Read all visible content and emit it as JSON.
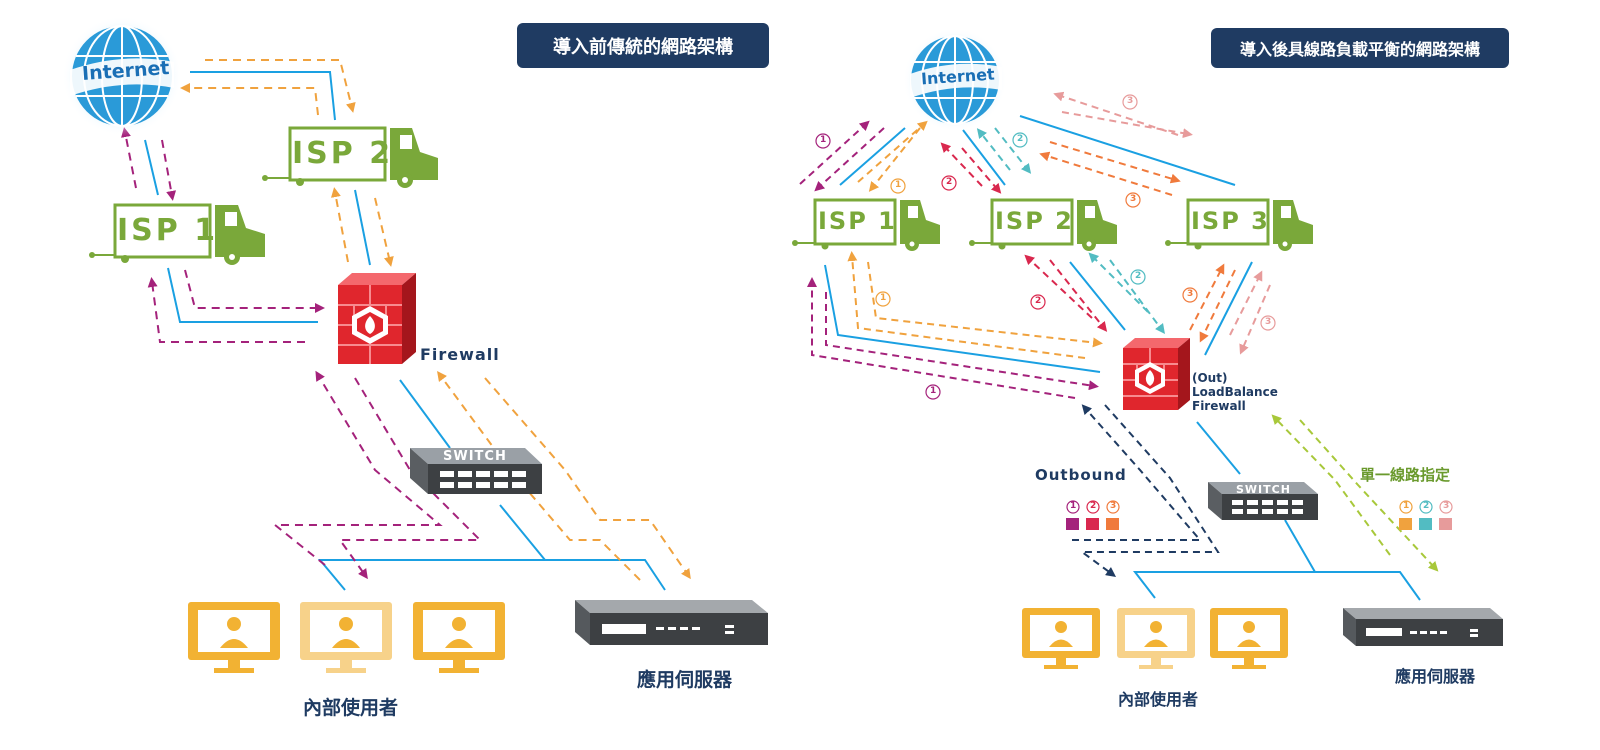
{
  "left": {
    "title": "導入前傳統的網路架構",
    "internet": "Internet",
    "isp1": "ISP 1",
    "isp2": "ISP 2",
    "firewall": "Firewall",
    "switch": "SWITCH",
    "users": "內部使用者",
    "server": "應用伺服器"
  },
  "right": {
    "title": "導入後具線路負載平衡的網路架構",
    "internet": "Internet",
    "isp1": "ISP 1",
    "isp2": "ISP 2",
    "isp3": "ISP 3",
    "fw_line1": "(Out)",
    "fw_line2": "LoadBalance",
    "fw_line3": "Firewall",
    "switch": "SWITCH",
    "users": "內部使用者",
    "server": "應用伺服器",
    "outbound": "Outbound",
    "single_line": "單一線路指定",
    "n1": "1",
    "n2": "2",
    "n3": "3"
  },
  "colors": {
    "panel_title_bg": "#1f3b62",
    "isp_green": "#7aa83a",
    "globe_blue": "#2a9ad8",
    "firewall_red": "#e0262d",
    "monitor_yellow": "#f2b233",
    "link_blue": "#1aa0e2",
    "isp1_magenta": "#a4227b",
    "isp2_crimson": "#d9284e",
    "isp2_teal": "#52bcc2",
    "isp3_orange": "#f07a3c",
    "isp3_pink": "#e79b9b",
    "traffic_orange": "#f0a23e",
    "traffic_lime": "#a8c83a",
    "outbound_navy": "#1f3b62"
  }
}
